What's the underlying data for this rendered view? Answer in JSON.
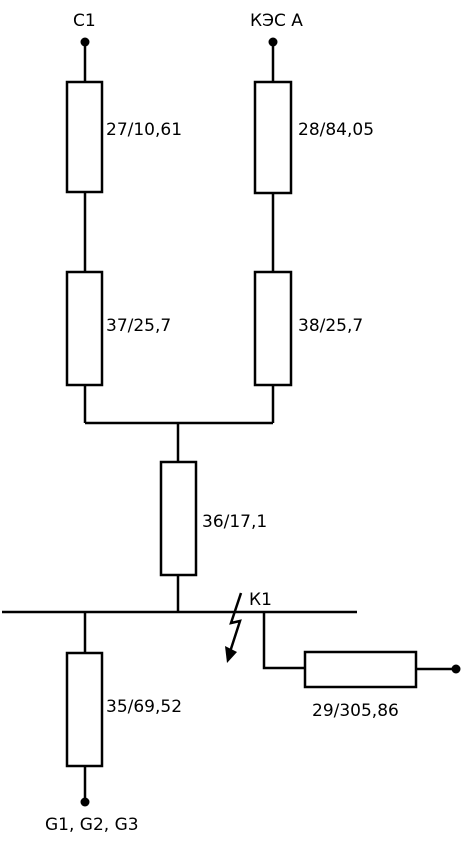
{
  "nodes": {
    "c1": "С1",
    "kes_a": "КЭС А",
    "k1": "К1",
    "generators": "G1, G2, G3"
  },
  "resistors": {
    "r27": "27/10,61",
    "r28": "28/84,05",
    "r37": "37/25,7",
    "r38": "38/25,7",
    "r36": "36/17,1",
    "r35": "35/69,52",
    "r29": "29/305,86"
  }
}
